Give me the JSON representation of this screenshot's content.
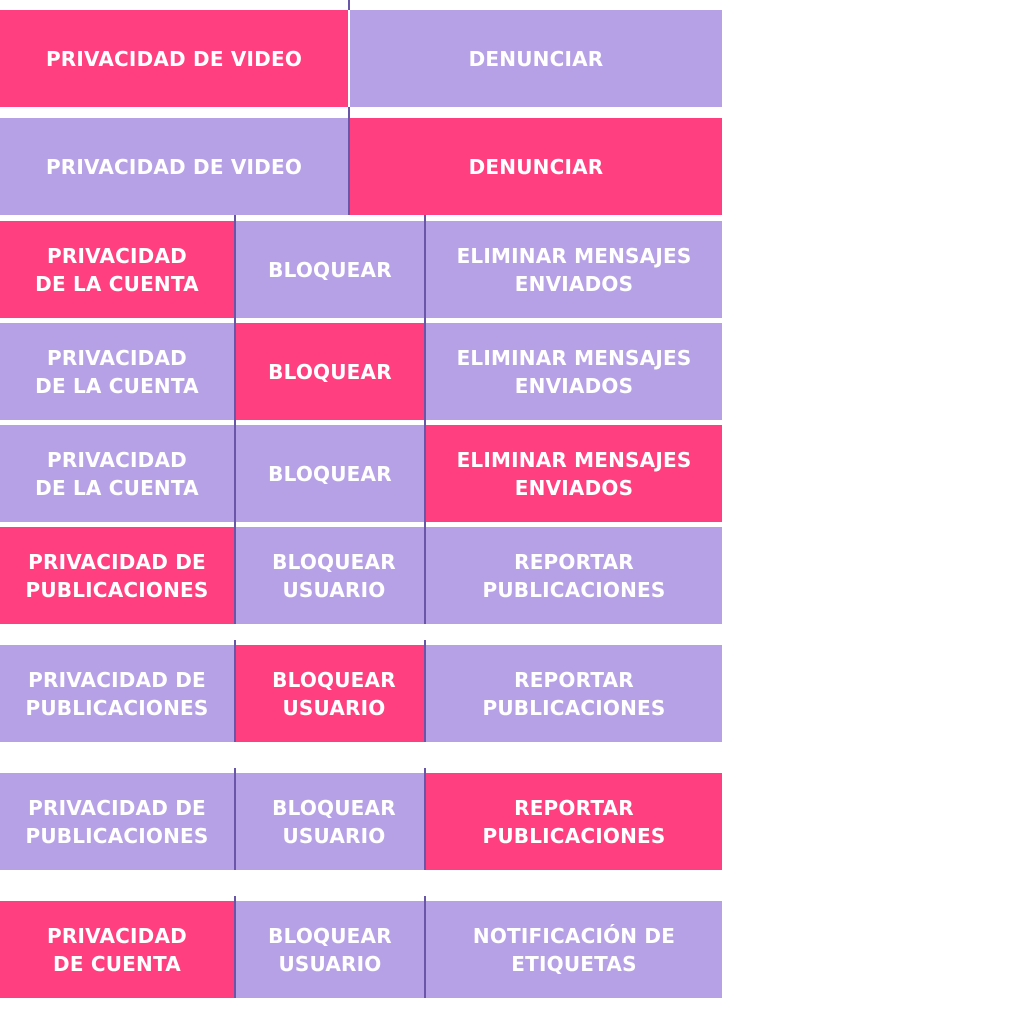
{
  "colors": {
    "active": "#ff3f7f",
    "inactive": "#b7a1e6",
    "divider": "#6a56a8"
  },
  "rows": [
    {
      "cells": [
        {
          "label": "PRIVACIDAD DE VIDEO",
          "state": "active"
        },
        {
          "label": "DENUNCIAR",
          "state": "inactive"
        }
      ]
    },
    {
      "cells": [
        {
          "label": "PRIVACIDAD DE VIDEO",
          "state": "inactive"
        },
        {
          "label": "DENUNCIAR",
          "state": "active"
        }
      ]
    },
    {
      "cells": [
        {
          "label": "PRIVACIDAD\nDE LA CUENTA",
          "state": "active"
        },
        {
          "label": "BLOQUEAR",
          "state": "inactive"
        },
        {
          "label": "ELIMINAR MENSAJES\nENVIADOS",
          "state": "inactive"
        }
      ]
    },
    {
      "cells": [
        {
          "label": "PRIVACIDAD\nDE LA CUENTA",
          "state": "inactive"
        },
        {
          "label": "BLOQUEAR",
          "state": "active"
        },
        {
          "label": "ELIMINAR MENSAJES\nENVIADOS",
          "state": "inactive"
        }
      ]
    },
    {
      "cells": [
        {
          "label": "PRIVACIDAD\nDE LA CUENTA",
          "state": "inactive"
        },
        {
          "label": "BLOQUEAR",
          "state": "inactive"
        },
        {
          "label": "ELIMINAR MENSAJES\nENVIADOS",
          "state": "active"
        }
      ]
    },
    {
      "cells": [
        {
          "label": "PRIVACIDAD DE\nPUBLICACIONES",
          "state": "active"
        },
        {
          "label": "BLOQUEAR\nUSUARIO",
          "state": "inactive"
        },
        {
          "label": "REPORTAR\nPUBLICACIONES",
          "state": "inactive"
        }
      ]
    },
    {
      "cells": [
        {
          "label": "PRIVACIDAD DE\nPUBLICACIONES",
          "state": "inactive"
        },
        {
          "label": "BLOQUEAR\nUSUARIO",
          "state": "active"
        },
        {
          "label": "REPORTAR\nPUBLICACIONES",
          "state": "inactive"
        }
      ]
    },
    {
      "cells": [
        {
          "label": "PRIVACIDAD DE\nPUBLICACIONES",
          "state": "inactive"
        },
        {
          "label": "BLOQUEAR\nUSUARIO",
          "state": "inactive"
        },
        {
          "label": "REPORTAR\nPUBLICACIONES",
          "state": "active"
        }
      ]
    },
    {
      "cells": [
        {
          "label": "PRIVACIDAD\nDE CUENTA",
          "state": "active"
        },
        {
          "label": "BLOQUEAR\nUSUARIO",
          "state": "inactive"
        },
        {
          "label": "NOTIFICACIÓN DE\nETIQUETAS",
          "state": "inactive"
        }
      ]
    }
  ]
}
